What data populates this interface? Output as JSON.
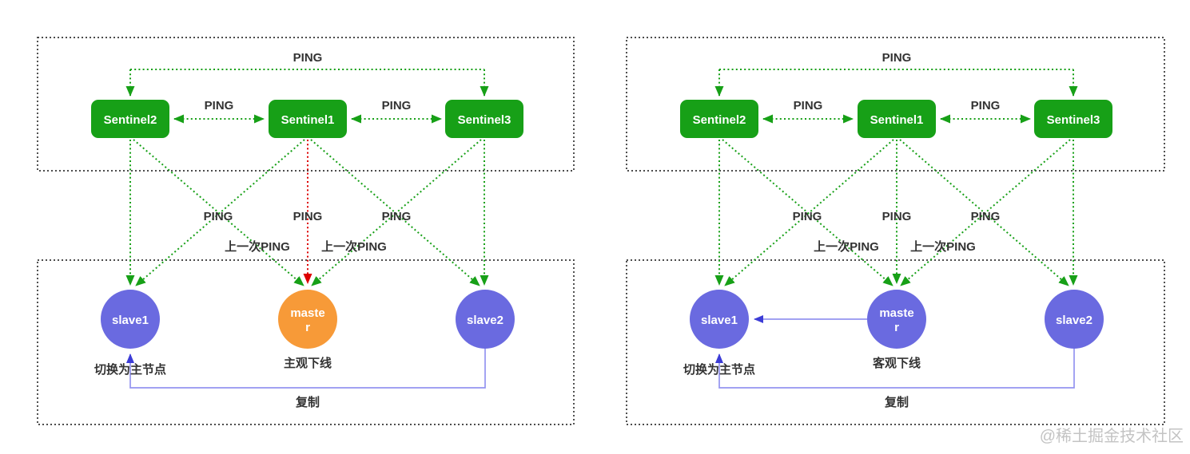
{
  "colors": {
    "green": "#17a017",
    "red": "#dd0000",
    "node_purple": "#6a6ae0",
    "node_orange": "#f79a38",
    "repl_line": "#9494f0",
    "repl_arrow": "#3c3cd6",
    "box_border": "#333333",
    "label_text": "#333333",
    "node_text": "#ffffff",
    "watermark_color": "#b9b9b9"
  },
  "watermark": "@稀土掘金技术社区",
  "left": {
    "sentinels": [
      "Sentinel2",
      "Sentinel1",
      "Sentinel3"
    ],
    "ping_top": "PING",
    "ping_s2_s1": "PING",
    "ping_s1_s3": "PING",
    "ping_col_left": "PING",
    "ping_col_center": "PING",
    "ping_col_right": "PING",
    "last_ping_left": "上一次PING",
    "last_ping_right": "上一次PING",
    "slave1": "slave1",
    "master_line1": "maste",
    "master_line2": "r",
    "slave2": "slave2",
    "caption_slave1": "切换为主节点",
    "caption_master": "主观下线",
    "caption_replication": "复制"
  },
  "right": {
    "sentinels": [
      "Sentinel2",
      "Sentinel1",
      "Sentinel3"
    ],
    "ping_top": "PING",
    "ping_s2_s1": "PING",
    "ping_s1_s3": "PING",
    "ping_col_left": "PING",
    "ping_col_center": "PING",
    "ping_col_right": "PING",
    "last_ping_left": "上一次PING",
    "last_ping_right": "上一次PING",
    "slave1": "slave1",
    "master_line1": "maste",
    "master_line2": "r",
    "slave2": "slave2",
    "caption_slave1": "切换为主节点",
    "caption_master": "客观下线",
    "caption_replication": "复制"
  }
}
